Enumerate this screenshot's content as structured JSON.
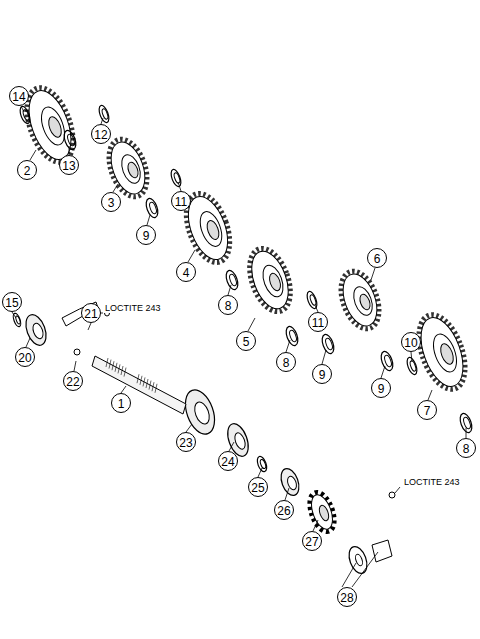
{
  "diagram": {
    "labels": [
      "14",
      "2",
      "13",
      "12",
      "3",
      "9",
      "11",
      "4",
      "8",
      "5",
      "8",
      "11",
      "9",
      "6",
      "9",
      "10",
      "7",
      "8",
      "15",
      "20",
      "21",
      "LOCTITE 243",
      "22",
      "1",
      "23",
      "24",
      "25",
      "26",
      "27",
      "28",
      "LOCTITE 243"
    ]
  }
}
